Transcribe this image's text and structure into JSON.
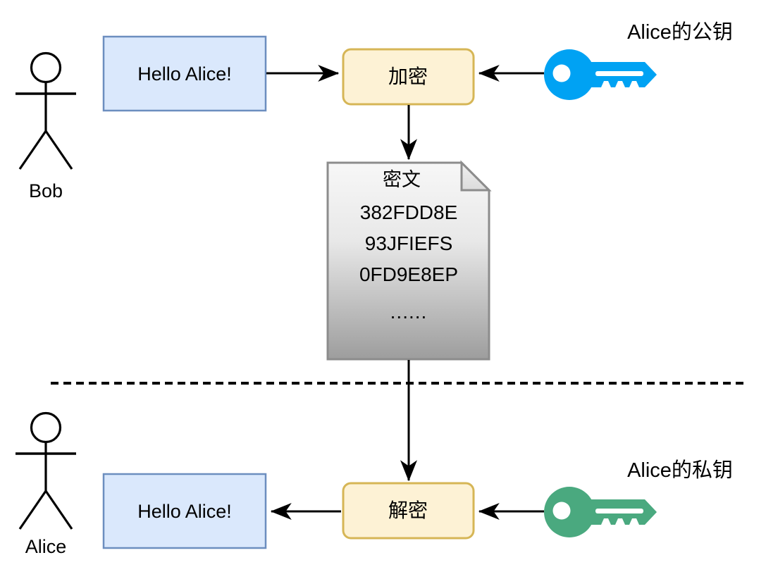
{
  "diagram": {
    "title_semantic": "asymmetric-encryption-flow",
    "colors": {
      "message_box_fill": "#dae8fc",
      "message_box_stroke": "#6c8ebf",
      "process_box_fill": "#fdf2d5",
      "process_box_stroke": "#d6b656",
      "document_fill_top": "#f2f2f2",
      "document_fill_bottom": "#9a9a9a",
      "document_stroke": "#8c8c8c",
      "public_key_color": "#00a2f3",
      "private_key_color": "#4aa97f",
      "line_color": "#000000",
      "text_color": "#000000"
    },
    "actors": [
      {
        "name": "Bob",
        "role": "sender"
      },
      {
        "name": "Alice",
        "role": "receiver"
      }
    ],
    "top_row": {
      "message_box_label": "Hello Alice!",
      "process_label": "加密",
      "key_label": "Alice的公钥",
      "key_icon": "key-icon"
    },
    "document": {
      "title": "密文",
      "lines": [
        "382FDD8E",
        "93JFIEFS",
        "0FD9E8EP"
      ],
      "ellipsis": "......"
    },
    "bottom_row": {
      "message_box_label": "Hello Alice!",
      "process_label": "解密",
      "key_label": "Alice的私钥",
      "key_icon": "key-icon"
    },
    "divider": {
      "style": "dashed",
      "semantic": "sender-receiver-boundary"
    },
    "arrows": [
      {
        "from": "message-box-top",
        "to": "encrypt-box",
        "direction": "right"
      },
      {
        "from": "public-key",
        "to": "encrypt-box",
        "direction": "left"
      },
      {
        "from": "encrypt-box",
        "to": "ciphertext-document",
        "direction": "down"
      },
      {
        "from": "ciphertext-document",
        "to": "decrypt-box",
        "direction": "down"
      },
      {
        "from": "private-key",
        "to": "decrypt-box",
        "direction": "left"
      },
      {
        "from": "decrypt-box",
        "to": "message-box-bottom",
        "direction": "left"
      }
    ]
  }
}
